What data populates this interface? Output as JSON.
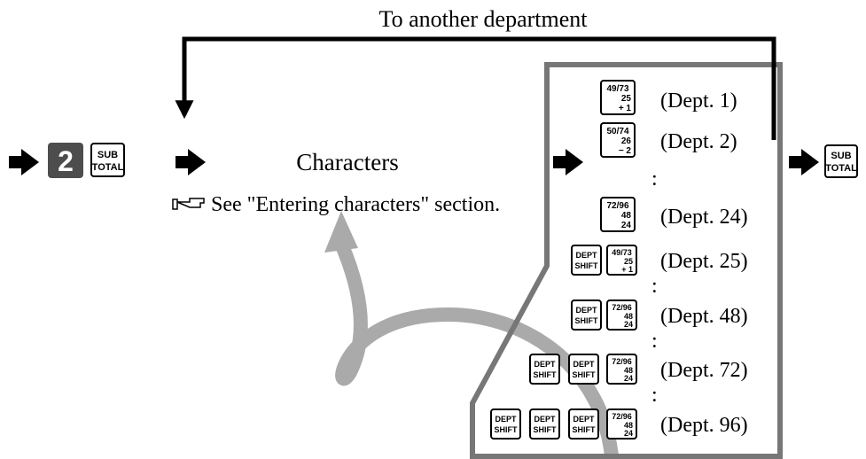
{
  "title": "To another department",
  "start_key": "2",
  "subtotal_key": {
    "line1": "SUB",
    "line2": "TOTAL"
  },
  "characters_label": "Characters",
  "reference_icon": "pointing-hand-icon",
  "reference_note": "See \"Entering characters\" section.",
  "shift_key": {
    "line1": "DEPT",
    "line2": "SHIFT"
  },
  "dept_keys": {
    "dept1": {
      "top": "49/73",
      "mid": "25",
      "bottom": "+  1"
    },
    "dept2": {
      "top": "50/74",
      "mid": "26",
      "bottom": "−  2"
    },
    "dept24": {
      "top": "72/96",
      "mid": "48",
      "bottom": "24"
    }
  },
  "rows": [
    {
      "label": "(Dept. 1)"
    },
    {
      "label": "(Dept. 2)"
    },
    {
      "label": "(Dept. 24)"
    },
    {
      "label": "(Dept. 25)"
    },
    {
      "label": "(Dept. 48)"
    },
    {
      "label": "(Dept. 72)"
    },
    {
      "label": "(Dept. 96)"
    }
  ],
  "ellipsis": ":",
  "colors": {
    "gray_path": "#aaaaaa",
    "panel_outline": "#777777",
    "key_bg": "#4d4d4d",
    "ink": "#000000"
  }
}
